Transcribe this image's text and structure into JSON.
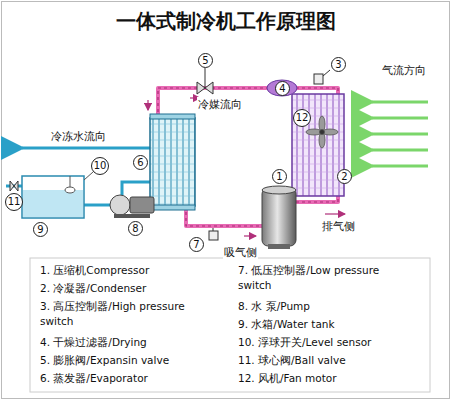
{
  "diagram": {
    "title": "一体式制冷机工作原理图",
    "nodes": [
      {
        "text": [
          "1"
        ]
      },
      {
        "text": [
          "2"
        ]
      },
      {
        "text": [
          "3"
        ]
      },
      {
        "text": [
          "4"
        ]
      },
      {
        "text": [
          "5"
        ]
      },
      {
        "text": [
          "6"
        ]
      },
      {
        "text": [
          "7"
        ]
      },
      {
        "text": [
          "8"
        ]
      },
      {
        "text": [
          "9"
        ]
      },
      {
        "text": [
          "10"
        ]
      },
      {
        "text": [
          "11"
        ]
      },
      {
        "text": [
          "12"
        ]
      }
    ],
    "labels": [
      "冷媒流向",
      "气流方向",
      "冷冻水流向",
      "排气侧",
      "吸气侧",
      "1. 压缩机Compressor",
      "2. 冷凝器/Condenser",
      "3. 高压控制器/High pressure switch",
      "4. 干燥过滤器/Drying",
      "5. 膨胀阀/Expansin valve",
      "6. 蒸发器/Evaporator",
      "7. 低压控制器/Low pressure switch",
      "8. 水 泵/Pump",
      "9. 水箱/Water tank",
      "10. 浮球开关/Level sensor",
      "11. 球心阀/Ball valve",
      "12. 风机/Fan motor"
    ]
  }
}
